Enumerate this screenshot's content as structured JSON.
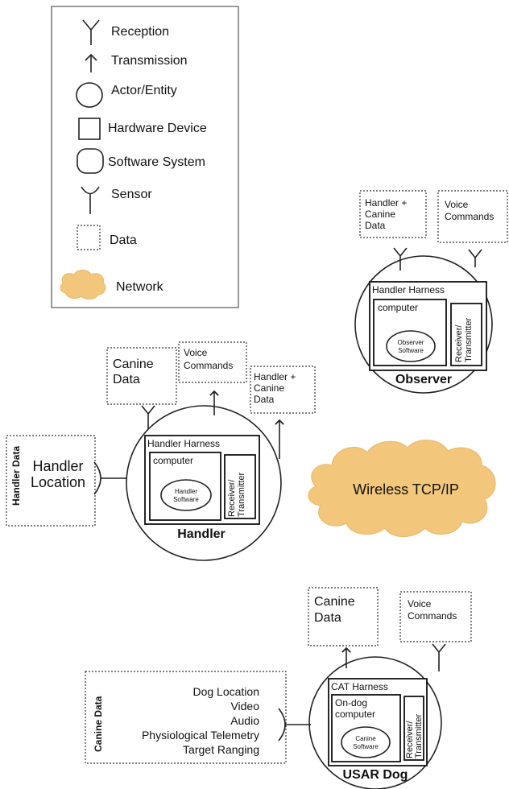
{
  "legend": {
    "reception": "Reception",
    "transmission": "Transmission",
    "actor": "Actor/Entity",
    "hardware": "Hardware Device",
    "software": "Software System",
    "sensor": "Sensor",
    "data": "Data",
    "network": "Network"
  },
  "observer": {
    "data_box": "Handler +\nCanine\nData",
    "voice_box": "Voice\nCommands",
    "harness": "Handler Harness",
    "computer": "computer",
    "software": "Observer\nSoftware",
    "radio": "Receiver/\nTransmitter",
    "name": "Observer"
  },
  "handler": {
    "canine_box": "Canine\nData",
    "voice_box": "Voice\nCommands",
    "hc_box": "Handler +\nCanine\nData",
    "harness": "Handler Harness",
    "computer": "computer",
    "software": "Handler\nSoftware",
    "radio": "Receiver/\nTransmitter",
    "name": "Handler",
    "data_label": "Handler Data",
    "location": "Handler\nLocation"
  },
  "network": {
    "label": "Wireless TCP/IP",
    "color": "#f2c77c"
  },
  "dog": {
    "canine_box": "Canine\nData",
    "voice_box": "Voice\nCommands",
    "harness": "CAT Harness",
    "computer": "On-dog\ncomputer",
    "software": "Canine\nSoftware",
    "radio": "Receiver/\nTransmitter",
    "name": "USAR Dog",
    "data_label": "Canine Data",
    "items": [
      "Dog Location",
      "Video",
      "Audio",
      "Physiological Telemetry",
      "Target Ranging"
    ]
  }
}
